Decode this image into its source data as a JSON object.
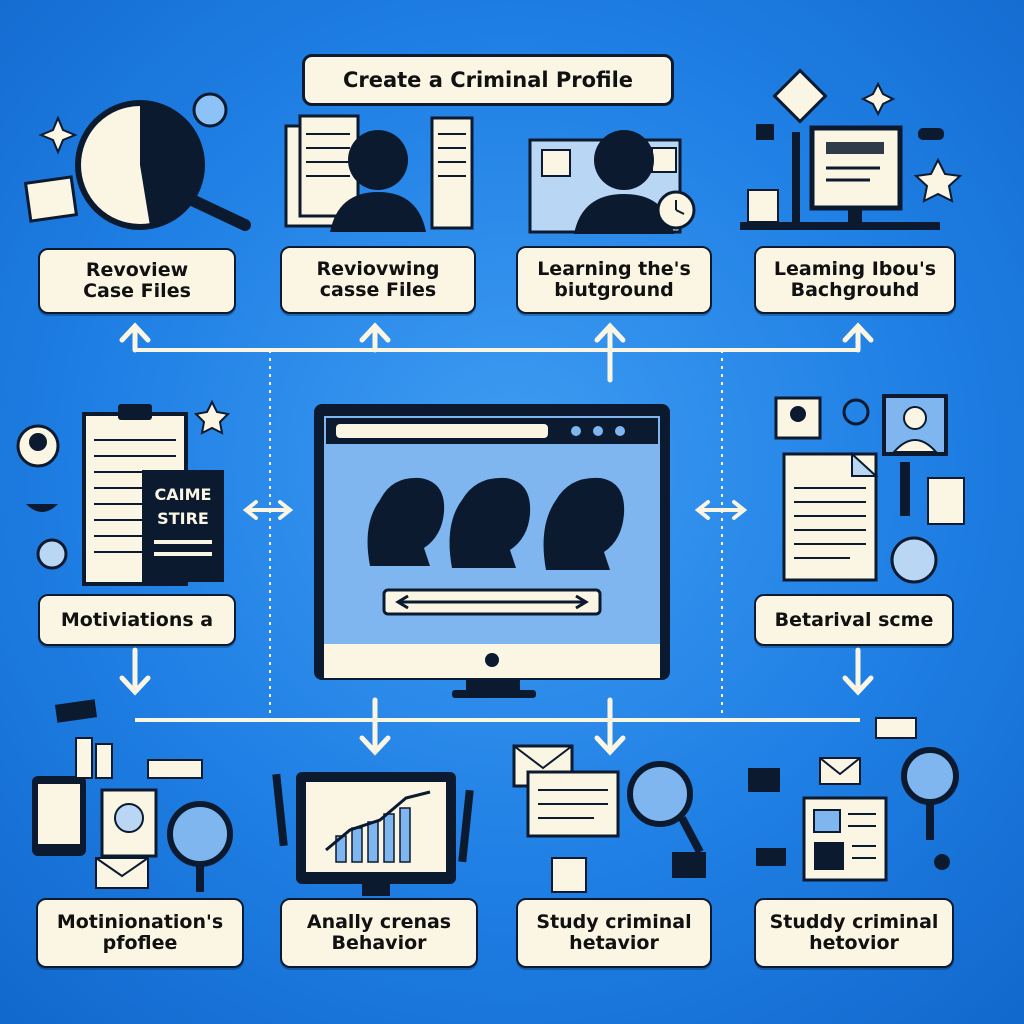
{
  "title": "Create  a Criminal Profile",
  "steps": [
    {
      "line1": "Revoview",
      "line2": "Case Files"
    },
    {
      "line1": "Reviovwing",
      "line2": "casse Files"
    },
    {
      "line1": "Learning the's",
      "line2": "biutground"
    },
    {
      "line1": "Leaming Ibou's",
      "line2": "Bachgrouhd"
    },
    {
      "line1": "Motiviations a",
      "line2": ""
    },
    {
      "line1": "Betarival scme",
      "line2": ""
    },
    {
      "line1": "Motinionation's",
      "line2": "pfoflee"
    },
    {
      "line1": "Anally crenas",
      "line2": "Behavior"
    },
    {
      "line1": "Study  criminal",
      "line2": "hetavior"
    },
    {
      "line1": "Studdy criminal",
      "line2": "hetovior"
    }
  ],
  "crime_book_label": {
    "line1": "CAIME",
    "line2": "STIRE"
  },
  "colors": {
    "background": "#1f7fe4",
    "panel": "#fbf5e4",
    "ink": "#0b1a2e",
    "screen": "#7fb6f0"
  }
}
